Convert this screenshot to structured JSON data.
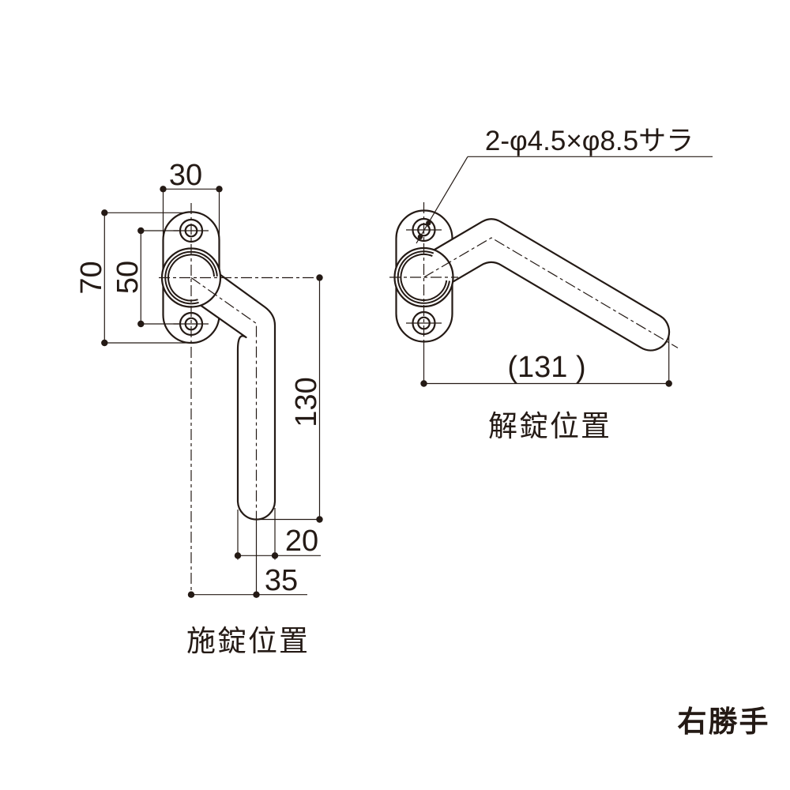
{
  "annotation": {
    "screw_spec": "2-φ4.5×φ8.5サラ"
  },
  "views": {
    "locked": {
      "caption": "施錠位置",
      "dims": {
        "plate_width": "30",
        "plate_height": "70",
        "screw_pitch": "50",
        "lever_length": "130",
        "lever_width": "20",
        "center_offset": "35"
      }
    },
    "unlocked": {
      "caption": "解錠位置",
      "dims": {
        "reach": "(131 )"
      }
    }
  },
  "handing": "右勝手",
  "colors": {
    "line": "#241a15",
    "background": "#ffffff"
  }
}
